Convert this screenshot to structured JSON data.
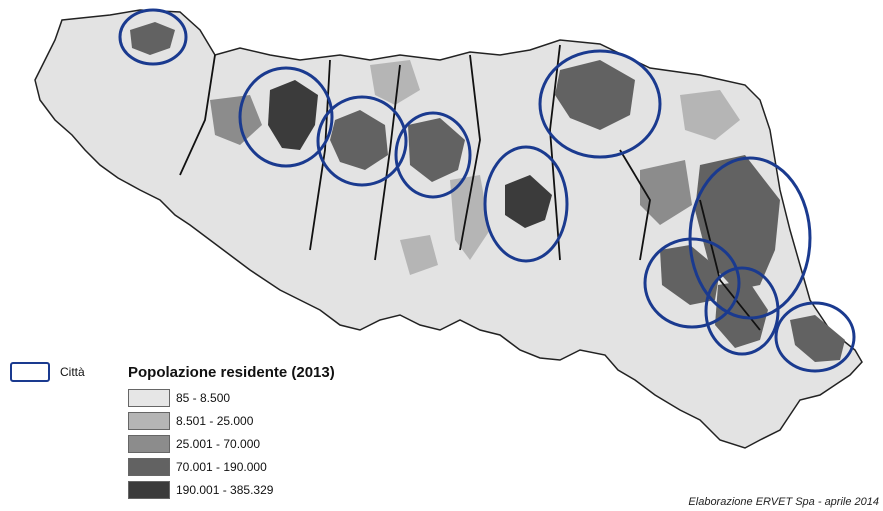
{
  "legend": {
    "title": "Popolazione residente (2013)",
    "city_label": "Città",
    "items": [
      {
        "label": "85 - 8.500",
        "color": "#e6e6e6"
      },
      {
        "label": "8.501 - 25.000",
        "color": "#b5b5b5"
      },
      {
        "label": "25.001 - 70.000",
        "color": "#8c8c8c"
      },
      {
        "label": "70.001 - 190.000",
        "color": "#626262"
      },
      {
        "label": "190.001 - 385.329",
        "color": "#3b3b3b"
      }
    ]
  },
  "city_outline_color": "#1a3a8f",
  "credit": "Elaborazione ERVET Spa - aprile 2014"
}
